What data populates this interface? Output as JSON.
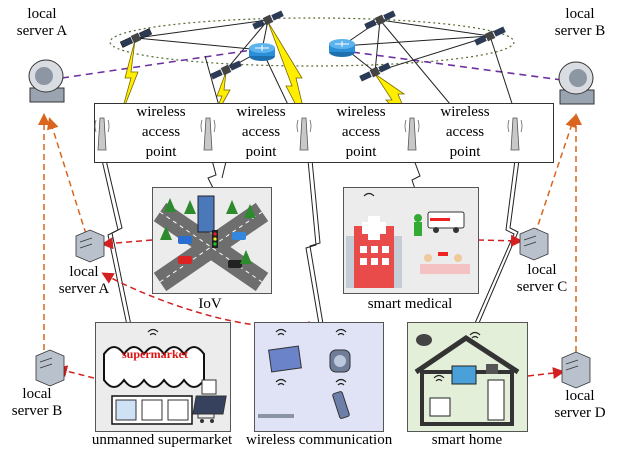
{
  "local_servers": {
    "a_top": "local\nserver A",
    "b_top": "local\nserver B",
    "a_mid": "local\nserver A",
    "b_bottom": "local\nserver B",
    "c_mid": "local\nserver C",
    "d_bottom": "local\nserver D"
  },
  "access_points": [
    "wireless\naccess\npoint",
    "wireless\naccess\npoint",
    "wireless\naccess\npoint",
    "wireless\naccess\npoint"
  ],
  "scenes": {
    "iov": "IoV",
    "smart_medical": "smart medical",
    "unmanned_supermarket": "unmanned supermarket",
    "supermarket_sign": "supermarket",
    "wireless_communication": "wireless communication",
    "smart_home": "smart home"
  },
  "colors": {
    "satellite_link": "#6b2fa0",
    "server_link": "#d9651e",
    "edge_link": "#d32020",
    "lightning": "#ffee00",
    "router": "#2a8fd6",
    "panel_gray": "#ececec",
    "panel_blue": "#dfe3f5",
    "panel_green": "#e4efd9"
  }
}
